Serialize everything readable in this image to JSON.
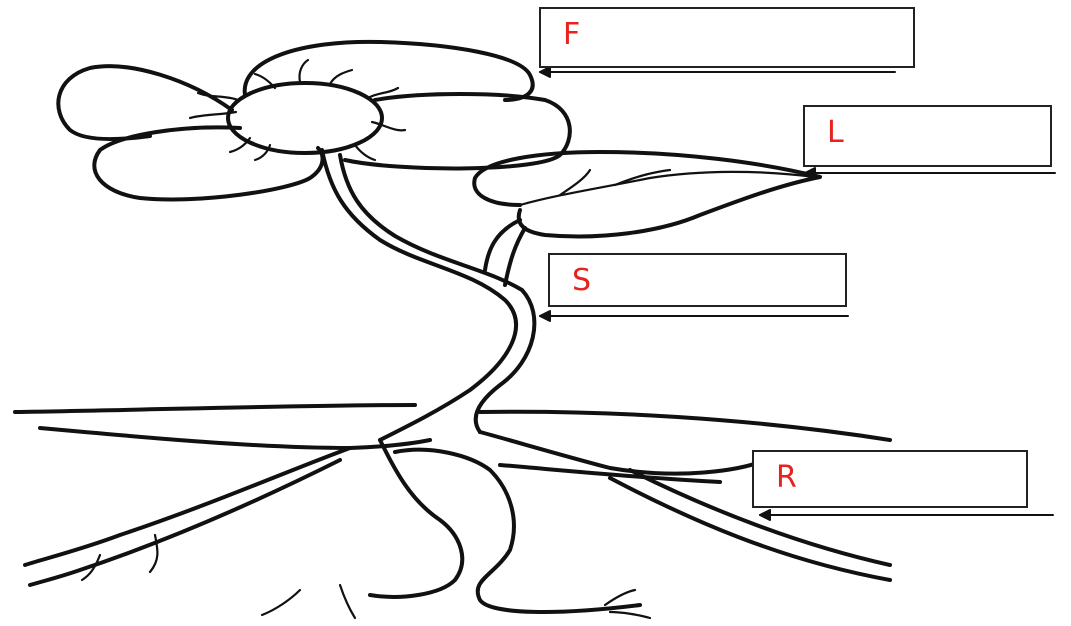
{
  "labels": {
    "flower": "F",
    "leaf": "L",
    "stem": "S",
    "root": "R"
  },
  "colors": {
    "label_text": "#e8231e",
    "ink": "#111111",
    "background": "#ffffff"
  }
}
